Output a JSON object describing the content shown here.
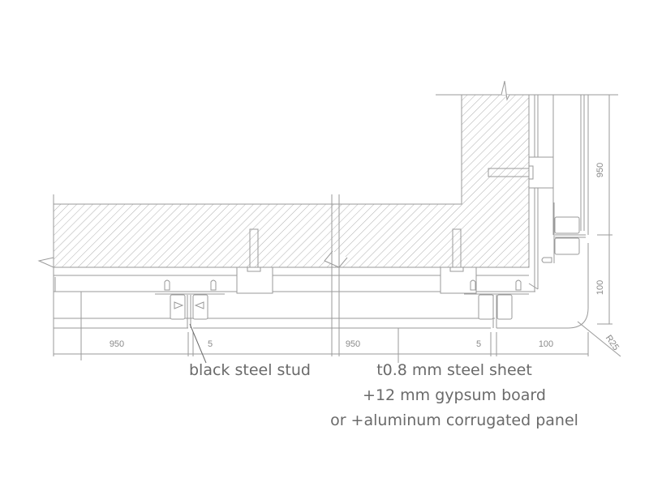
{
  "drawing": {
    "kind": "architectural section detail",
    "colors": {
      "line": "#9a9a9a",
      "hatch": "#b0b0b0",
      "text": "#6a6a6a",
      "dim_text": "#8a8a8a"
    }
  },
  "dimensions": {
    "left_span": "950",
    "left_gap": "5",
    "mid_span": "950",
    "mid_gap": "5",
    "corner_horizontal": "100",
    "vertical_upper": "950",
    "vertical_lower": "100",
    "corner_radius": "R25"
  },
  "annotations": {
    "stud_label": "black steel stud",
    "sheet_label": [
      "t0.8 mm steel sheet",
      "+12 mm gypsum board",
      "or +aluminum corrugated panel"
    ]
  }
}
